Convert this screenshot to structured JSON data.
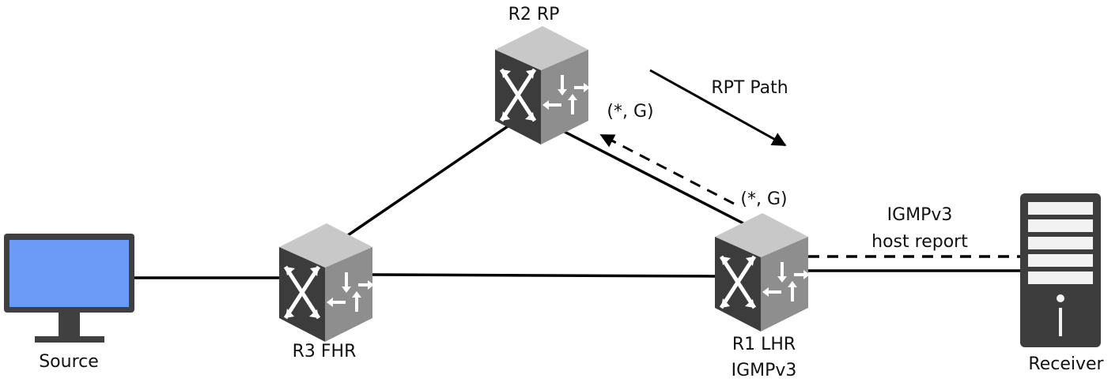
{
  "nodes": {
    "source": {
      "label": "Source"
    },
    "r3": {
      "label": "R3 FHR"
    },
    "r2": {
      "label": "R2 RP"
    },
    "r1": {
      "label_line1": "R1 LHR",
      "label_line2": "IGMPv3"
    },
    "receiver": {
      "label": "Receiver"
    }
  },
  "annotations": {
    "rpt_path": "RPT Path",
    "join_near_rp": "(*, G)",
    "join_near_lhr": "(*, G)",
    "igmp_line1": "IGMPv3",
    "igmp_line2": "host report"
  },
  "colors": {
    "line": "#000000",
    "router_top": "#c8c8c8",
    "router_front": "#3c3c3c",
    "router_side": "#8e8e8e",
    "monitor_frame": "#404040",
    "monitor_screen": "#6a9cf7",
    "server_body": "#3d3d3d",
    "server_slot": "#f2f2f2"
  }
}
